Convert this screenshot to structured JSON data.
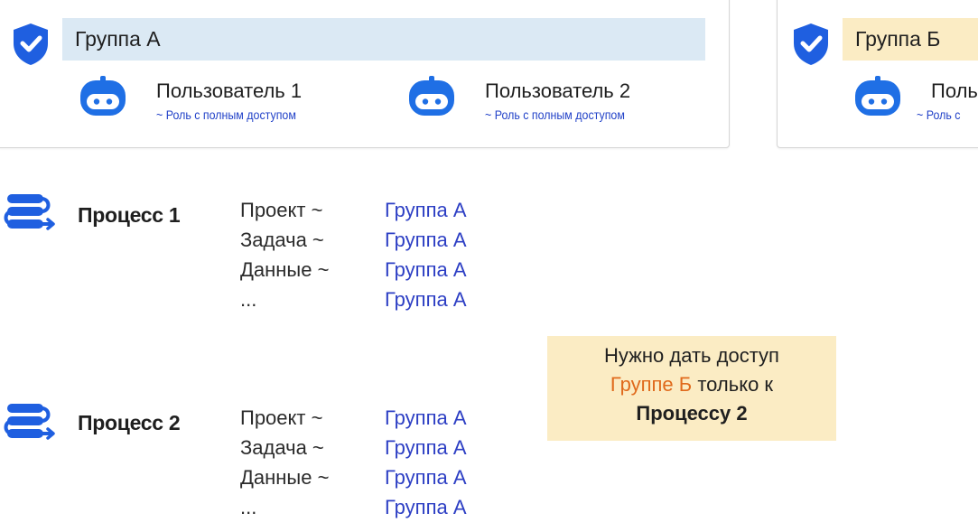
{
  "groups": [
    {
      "name": "Группа А",
      "users": [
        {
          "name": "Пользователь 1",
          "role": "~ Роль с полным доступом"
        },
        {
          "name": "Пользователь 2",
          "role": "~ Роль с полным доступом"
        }
      ]
    },
    {
      "name": "Группа Б",
      "users": [
        {
          "name": "Поль",
          "role": "~ Роль с"
        }
      ]
    }
  ],
  "processes": [
    {
      "title": "Процесс 1",
      "params": [
        {
          "label": "Проект ~",
          "value": "Группа А"
        },
        {
          "label": "Задача ~",
          "value": "Группа А"
        },
        {
          "label": "Данные ~",
          "value": "Группа А"
        },
        {
          "label": "...",
          "value": "Группа А"
        }
      ]
    },
    {
      "title": "Процесс 2",
      "params": [
        {
          "label": "Проект ~",
          "value": "Группа А"
        },
        {
          "label": "Задача ~",
          "value": "Группа А"
        },
        {
          "label": "Данные ~",
          "value": "Группа А"
        },
        {
          "label": "...",
          "value": "Группа А"
        }
      ]
    }
  ],
  "note": {
    "line1": "Нужно дать доступ",
    "highlight": "Группе Б",
    "line2_rest": "только к",
    "line3": "Процессу 2"
  },
  "colors": {
    "accent_blue": "#1f5fe0",
    "link_blue": "#2d3fc4",
    "group_a_bg": "#dbe9f4",
    "group_b_bg": "#fbecc4",
    "highlight_orange": "#e06a1c"
  }
}
